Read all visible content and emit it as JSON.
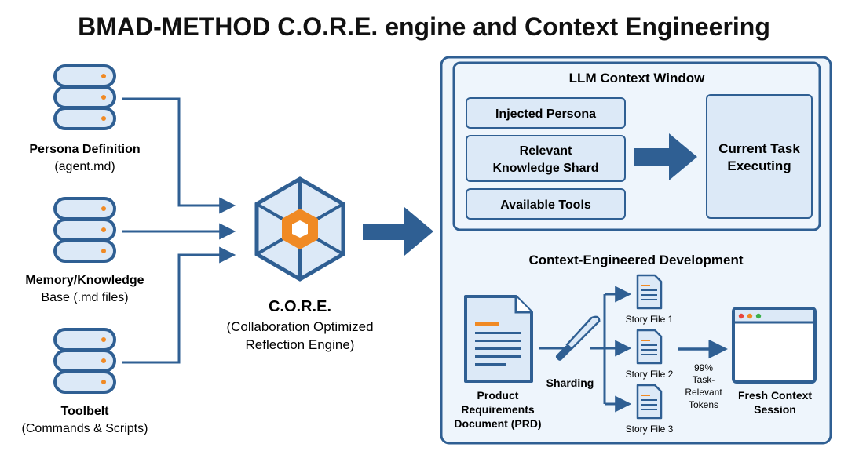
{
  "title": "BMAD-METHOD C.O.R.E. engine and Context Engineering",
  "inputs": [
    {
      "label_line1": "Persona Definition",
      "label_line2": "(agent.md)"
    },
    {
      "label_line1": "Memory/Knowledge",
      "label_line2": "Base (.md files)"
    },
    {
      "label_line1": "Toolbelt",
      "label_line2": "(Commands & Scripts)"
    }
  ],
  "core": {
    "name": "C.O.R.E.",
    "desc_line1": "(Collaboration Optimized",
    "desc_line2": "Reflection Engine)"
  },
  "context_window": {
    "title": "LLM Context Window",
    "items": [
      "Injected Persona",
      "Relevant",
      "Knowledge Shard",
      "Available Tools"
    ],
    "task_line1": "Current Task",
    "task_line2": "Executing"
  },
  "development": {
    "title": "Context-Engineered Development",
    "prd_line1": "Product",
    "prd_line2": "Requirements",
    "prd_line3": "Document (PRD)",
    "sharding": "Sharding",
    "stories": [
      "Story File 1",
      "Story File 2",
      "Story File 3"
    ],
    "tokens_line1": "99%",
    "tokens_line2": "Task-",
    "tokens_line3": "Relevant",
    "tokens_line4": "Tokens",
    "session_line1": "Fresh Context",
    "session_line2": "Session"
  },
  "colors": {
    "primary": "#2f5f93",
    "light_fill": "#dce9f7",
    "panel_fill": "#eef5fc",
    "accent": "#f08a24"
  }
}
